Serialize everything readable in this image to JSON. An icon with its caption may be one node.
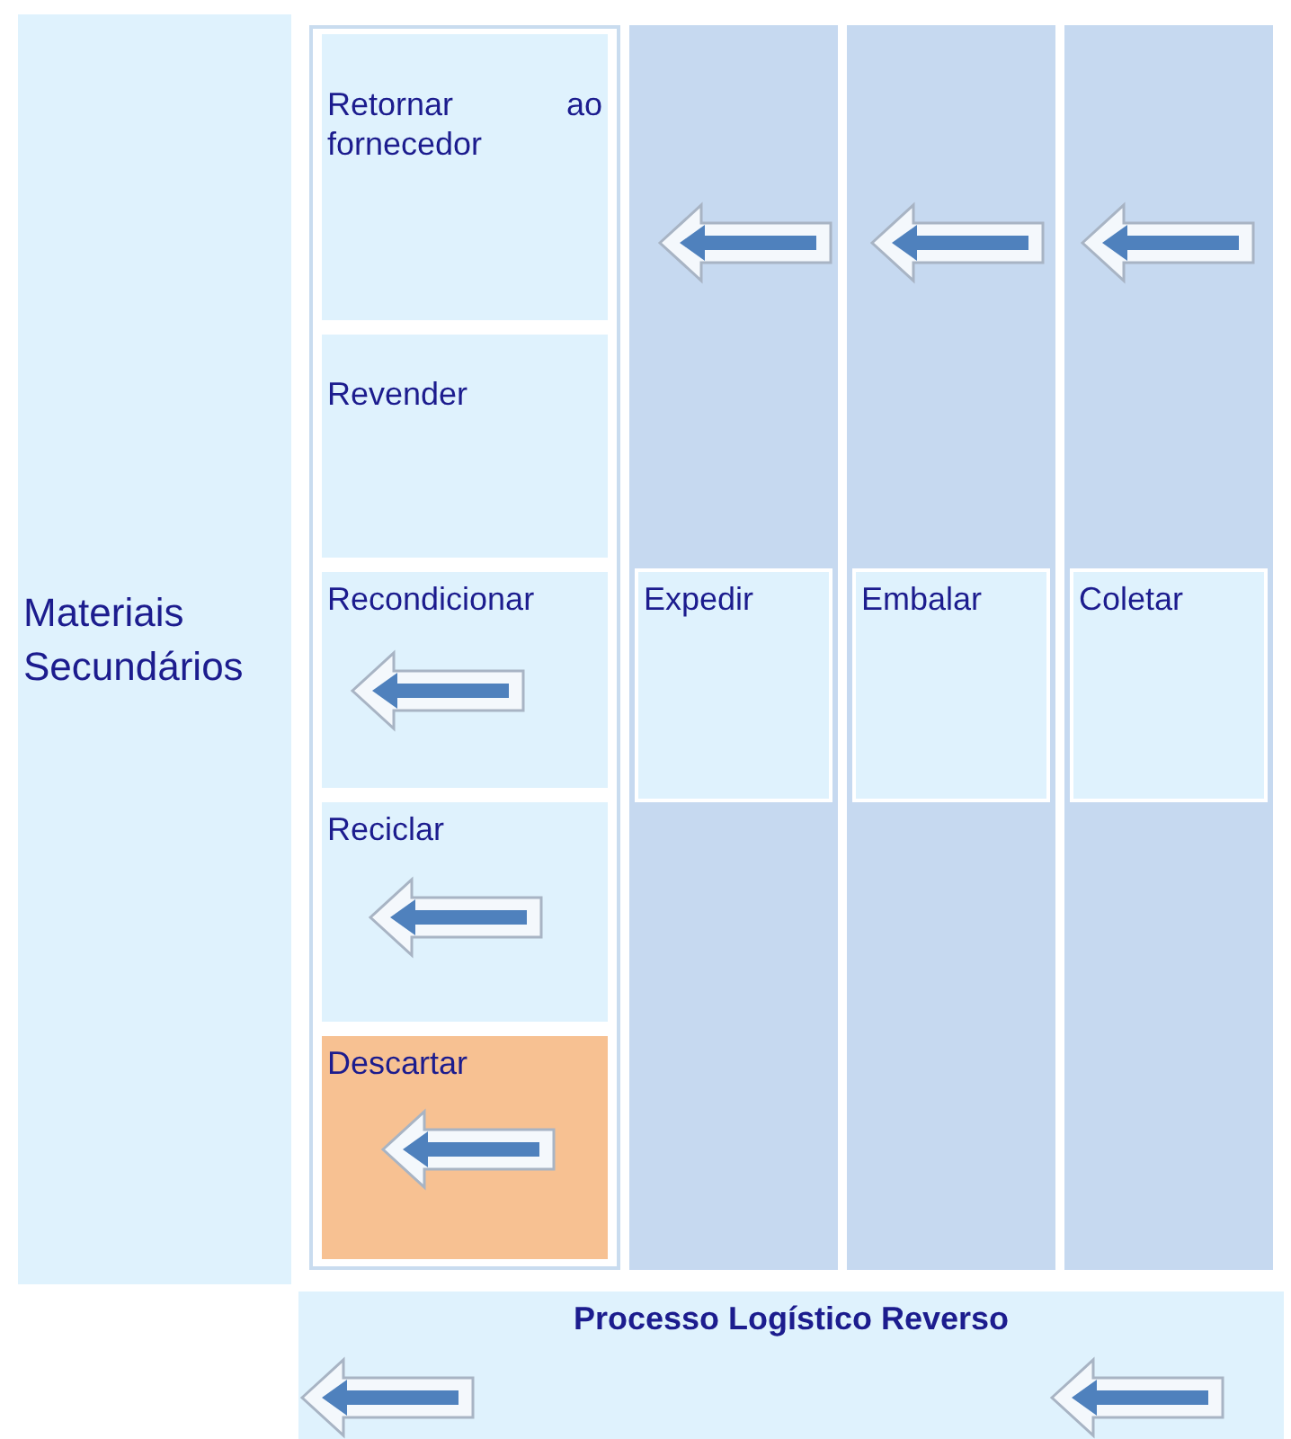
{
  "diagram": {
    "nodes": [
      {
        "text": [
          "Materiais Secundários"
        ]
      },
      {
        "text": [
          "Retornar ao fornecedor"
        ]
      },
      {
        "text": [
          "Revender"
        ]
      },
      {
        "text": [
          "Recondicionar"
        ]
      },
      {
        "text": [
          "Reciclar"
        ]
      },
      {
        "text": [
          "Descartar"
        ]
      },
      {
        "text": [
          "Expedir"
        ]
      },
      {
        "text": [
          "Embalar"
        ]
      },
      {
        "text": [
          "Coletar"
        ]
      },
      {
        "text": [
          "Processo Logístico Reverso"
        ]
      }
    ],
    "edges": []
  }
}
